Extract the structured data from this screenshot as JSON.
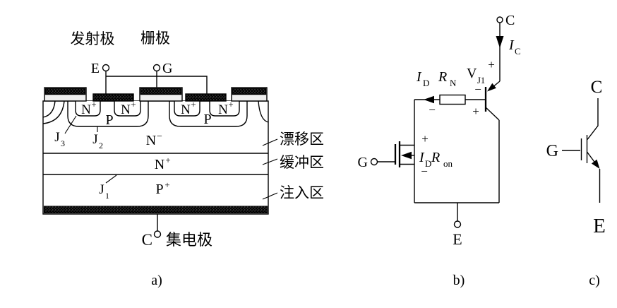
{
  "colors": {
    "line": "#000000",
    "background": "#ffffff",
    "metal_fill": "#d8d8d8",
    "metal_dot": "#8f8f8f",
    "pad_lower_fill": "#efefef"
  },
  "panel_a": {
    "caption": "a)",
    "electrode_labels": {
      "emitter": "发射极",
      "gate": "栅极",
      "collector": "集电极"
    },
    "terminals": {
      "emitter": "E",
      "gate": "G",
      "collector": "C"
    },
    "cells": {
      "n_plus": {
        "base": "N",
        "sup": "+"
      },
      "p_well": "P"
    },
    "layers": {
      "drift": {
        "base": "N",
        "sup": "−"
      },
      "buffer": {
        "base": "N",
        "sup": "+"
      },
      "injection": {
        "base": "P",
        "sup": "+"
      }
    },
    "junctions": {
      "j1": {
        "base": "J",
        "sub": "1"
      },
      "j2": {
        "base": "J",
        "sub": "2"
      },
      "j3": {
        "base": "J",
        "sub": "3"
      }
    },
    "region_names": {
      "drift": "漂移区",
      "buffer": "缓冲区",
      "injection": "注入区"
    }
  },
  "panel_b": {
    "caption": "b)",
    "terminals": {
      "collector": "C",
      "gate": "G",
      "emitter": "E"
    },
    "collector_current": {
      "base": "I",
      "sub": "C"
    },
    "drain_current": {
      "base": "I",
      "sub": "D"
    },
    "resistor": {
      "base": "R",
      "sub": "N"
    },
    "junction_voltage": {
      "base": "V",
      "sub": "J1"
    },
    "channel_drop": {
      "current_base": "I",
      "current_sub": "D",
      "resistance_base": "R",
      "resistance_sub": "on"
    },
    "plus": "+",
    "minus": "−"
  },
  "panel_c": {
    "caption": "c)",
    "terminals": {
      "collector": "C",
      "gate": "G",
      "emitter": "E"
    }
  }
}
